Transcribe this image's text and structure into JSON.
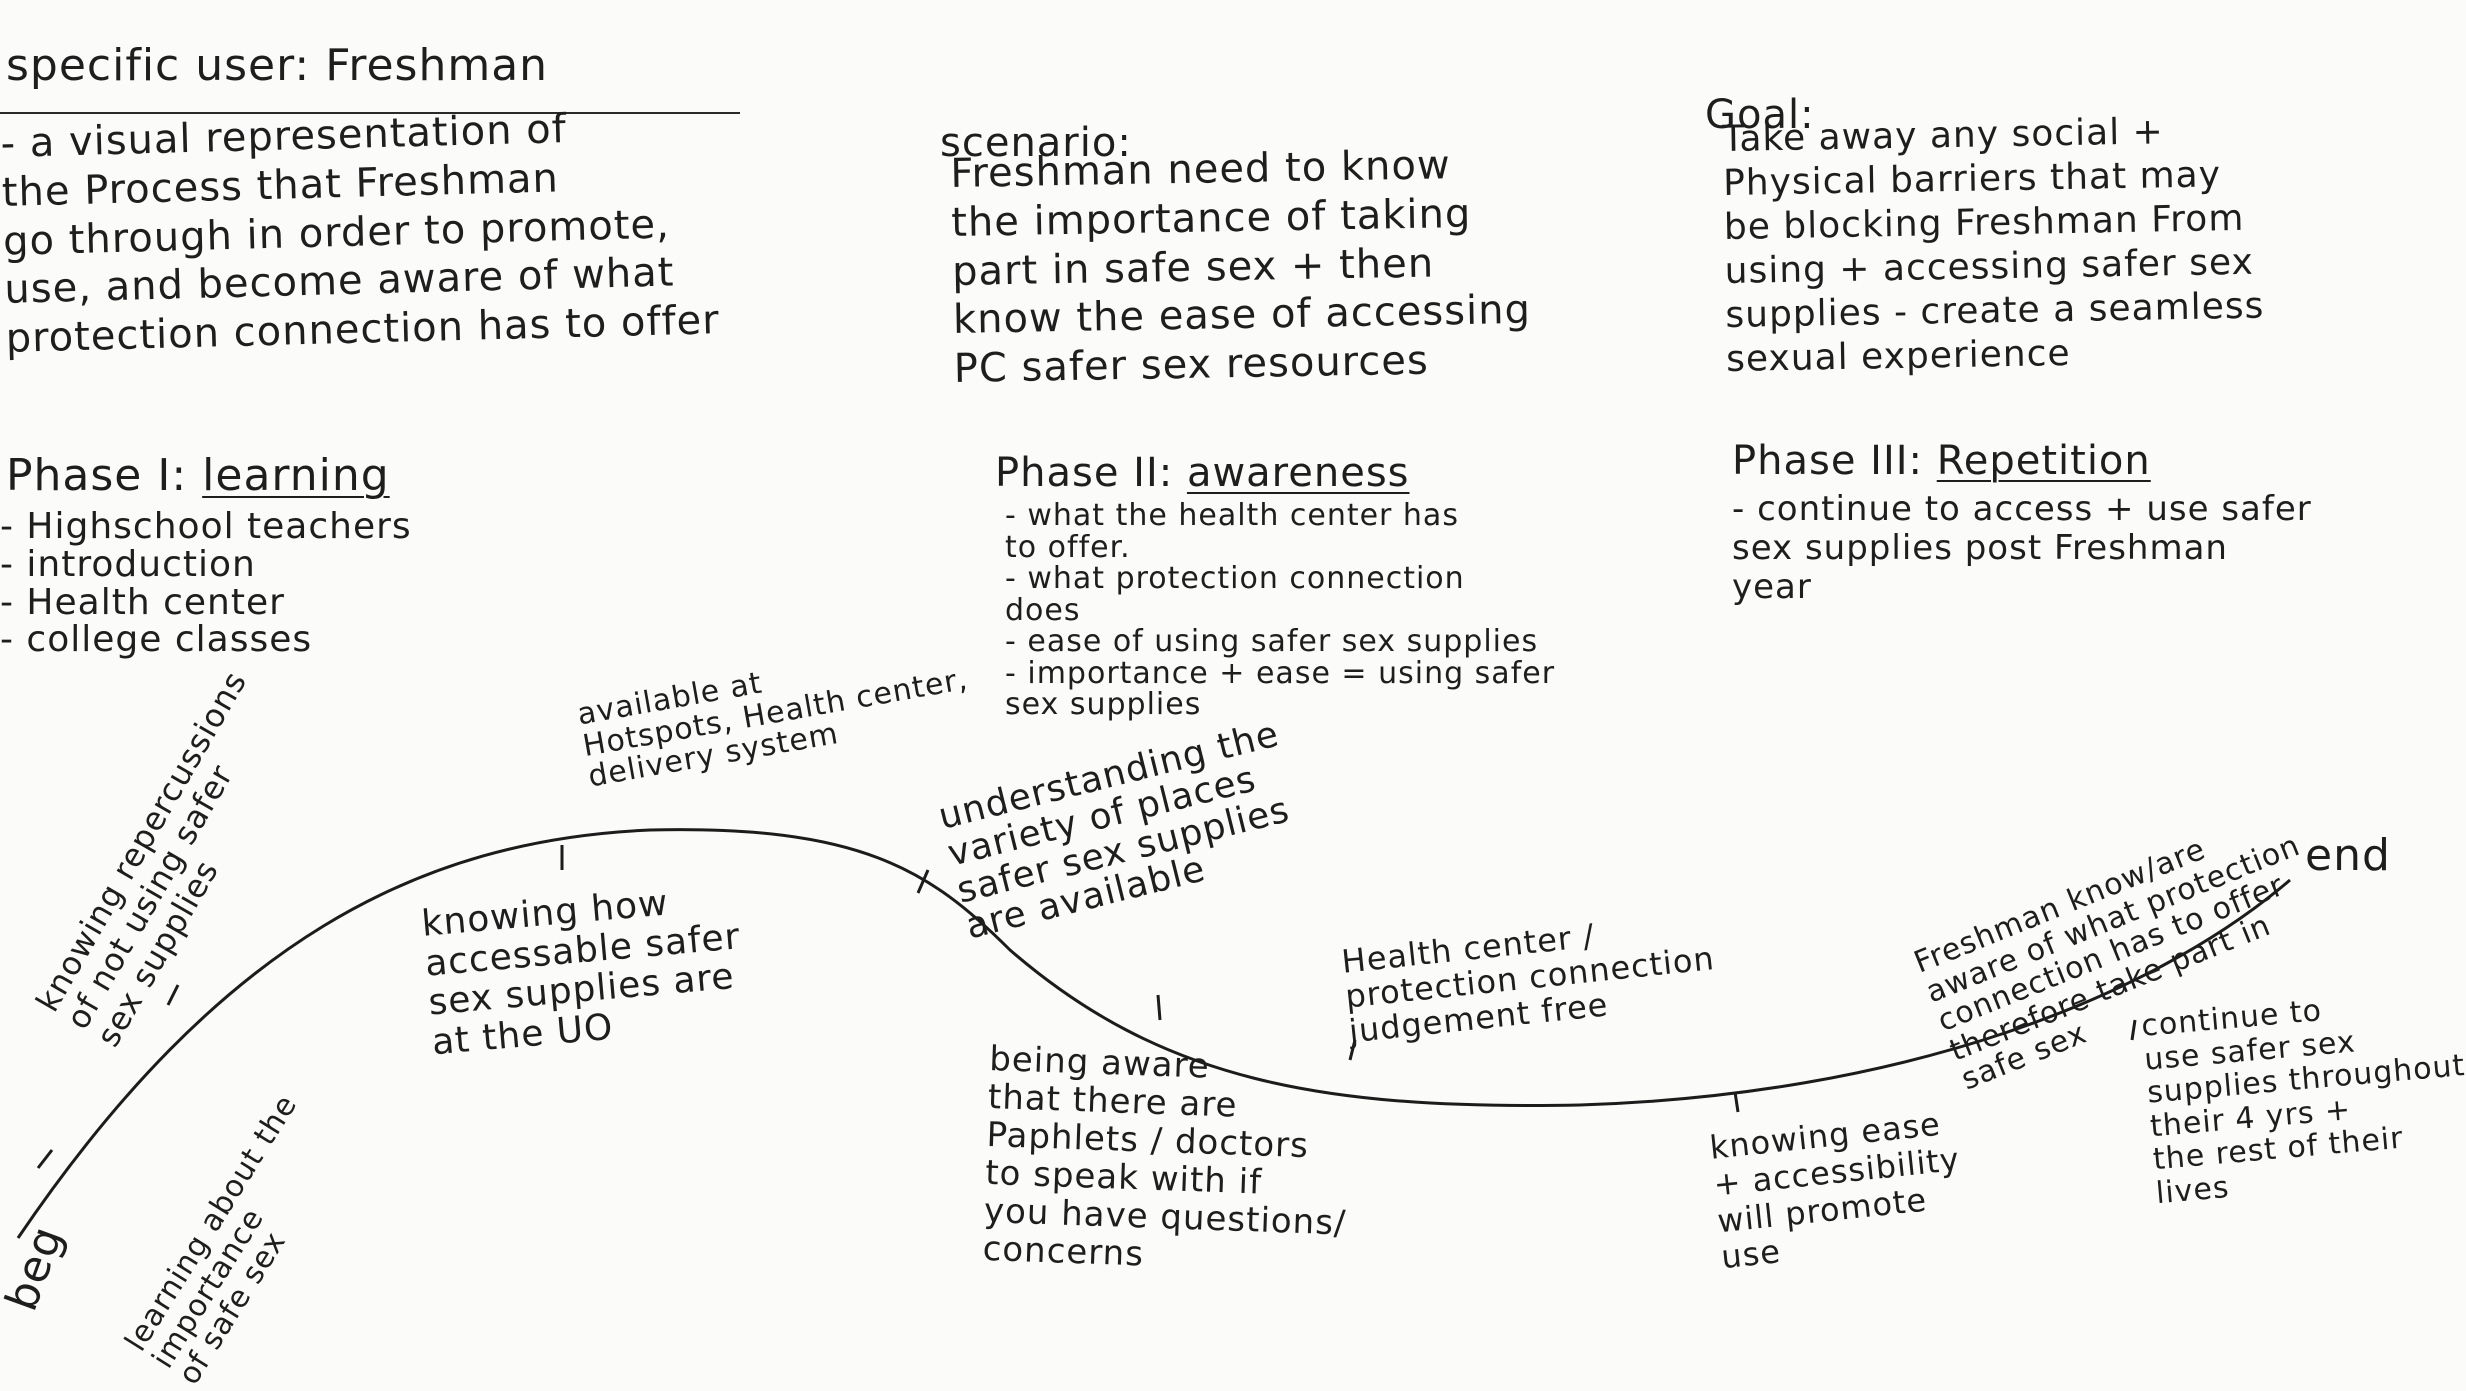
{
  "header": {
    "title": "specific user: Freshman",
    "description": "- a visual representation of\nthe Process that Freshman\ngo through in order to promote,\nuse, and become aware of what\nprotection connection has to offer"
  },
  "scenario": {
    "label": "scenario:",
    "text": "Freshman need to know\nthe importance of taking\npart in safe sex + then\nknow the ease of accessing\nPC safer sex resources"
  },
  "goal": {
    "label": "Goal:",
    "text": "Take away any social +\nPhysical barriers that may\nbe blocking Freshman From\nusing + accessing safer sex\nsupplies - create a seamless\nsexual experience"
  },
  "phases": [
    {
      "prefix": "Phase I: ",
      "name": "learning",
      "items": "- Highschool teachers\n- introduction\n- Health center\n- college classes"
    },
    {
      "prefix": "Phase II: ",
      "name": "awareness",
      "items": "- what the health center has\n  to offer.\n- what protection connection\n  does\n- ease of using safer sex supplies\n- importance + ease = using safer\n                         sex supplies"
    },
    {
      "prefix": "Phase III: ",
      "name": "Repetition",
      "items": "- continue to access + use safer\n  sex supplies post Freshman\n  year"
    }
  ],
  "journey": {
    "start_label": "beg",
    "end_label": "end",
    "upper_notes": [
      "knowing repercussions\nof not using safer\nsex supplies",
      "available at\nHotspots, Health center,\ndelivery system",
      "understanding the\nvariety of places\nsafer sex supplies\nare available",
      "Health center /\nprotection connection\njudgement free",
      "Freshman know/are\naware of what protection\nconnection has to offer\ntherefore take part in\nsafe sex"
    ],
    "lower_notes": [
      "learning about the\nimportance\nof safe sex",
      "knowing how\naccessable safer\nsex supplies are\nat the UO",
      "being aware\nthat there are\nPaphlets / doctors\nto speak with if\nyou have questions/\nconcerns",
      "knowing ease\n+ accessibility\nwill promote\nuse",
      "continue to\nuse safer sex\nsupplies throughout\ntheir 4 yrs +\nthe rest of their\nlives"
    ]
  }
}
